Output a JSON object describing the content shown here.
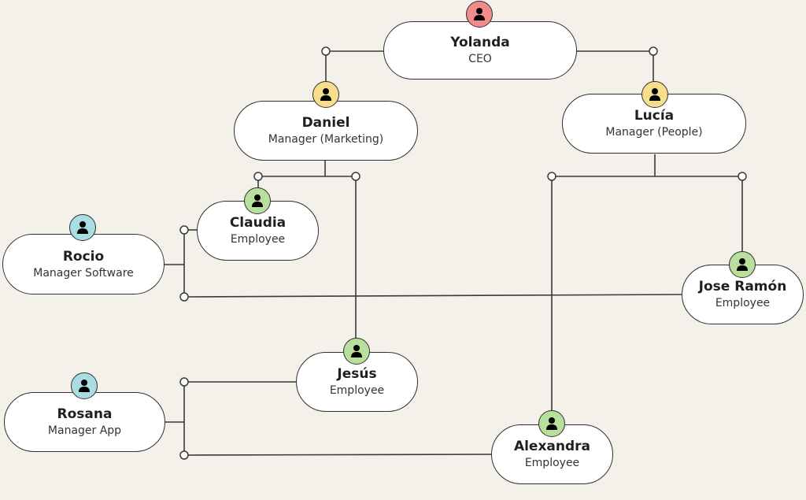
{
  "colors": {
    "background": "#f4f0ea",
    "ceo": "#f28b8b",
    "manager": "#f6de8a",
    "employee": "#b8df9c",
    "manager_team": "#a9dde3"
  },
  "nodes": {
    "yolanda": {
      "name": "Yolanda",
      "role": "CEO"
    },
    "daniel": {
      "name": "Daniel",
      "role": "Manager (Marketing)"
    },
    "lucia": {
      "name": "Lucía",
      "role": "Manager (People)"
    },
    "claudia": {
      "name": "Claudia",
      "role": "Employee"
    },
    "rocio": {
      "name": "Rocio",
      "role": "Manager Software"
    },
    "jose": {
      "name": "Jose Ramón",
      "role": "Employee"
    },
    "jesus": {
      "name": "Jesús",
      "role": "Employee"
    },
    "rosana": {
      "name": "Rosana",
      "role": "Manager App"
    },
    "alexandra": {
      "name": "Alexandra",
      "role": "Employee"
    }
  },
  "icon": "person-icon"
}
